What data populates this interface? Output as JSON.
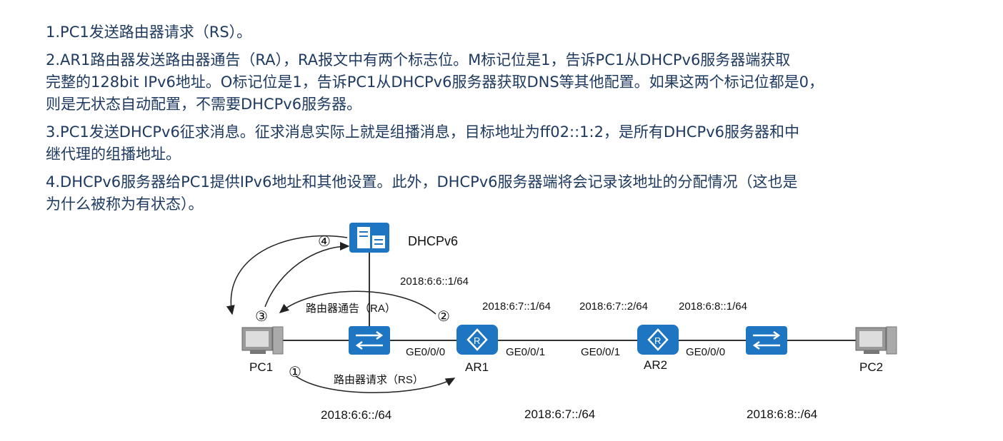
{
  "steps": [
    {
      "num": "1.",
      "bold": "PC1",
      "text": "发送路由器请求（",
      "bold2": "RS",
      "text2": "）。",
      "rest": ""
    },
    {
      "lines": [
        "2.AR1路由器发送路由器通告（RA），RA报文中有两个标志位。M标记位是1，告诉PC1从DHCPv6服务器端获取",
        "完整的128bit IPv6地址。O标记位是1，告诉PC1从DHCPv6服务器获取DNS等其他配置。如果这两个标记位都是0，",
        "则是无状态自动配置，不需要DHCPv6服务器。"
      ]
    }
  ],
  "text": {
    "step1": "1.PC1发送路由器请求（RS）。",
    "step2_l1": "2.AR1路由器发送路由器通告（RA），RA报文中有两个标志位。M标记位是1，告诉PC1从DHCPv6服务器端获取",
    "step2_l2": "完整的128bit IPv6地址。O标记位是1，告诉PC1从DHCPv6服务器获取DNS等其他配置。如果这两个标记位都是0，",
    "step2_l3": "则是无状态自动配置，不需要DHCPv6服务器。",
    "step3_l1": "3.PC1发送DHCPv6征求消息。征求消息实际上就是组播消息，目标地址为ff02::1:2，是所有DHCPv6服务器和中",
    "step3_l2": "继代理的组播地址。",
    "step4_l1": "4.DHCPv6服务器给PC1提供IPv6地址和其他设置。此外，DHCPv6服务器端将会记录该地址的分配情况（这也是",
    "step4_l2": "为什么被称为有状态）。"
  },
  "diagram": {
    "server_label": "DHCPv6",
    "server_addr": "2018:6:6::1/64",
    "ra_label": "路由器通告（RA）",
    "rs_label": "路由器请求（RS）",
    "ar1_addr_right": "2018:6:7::1/64",
    "ar2_addr_left": "2018:6:7::2/64",
    "ar2_addr_right": "2018:6:8::1/64",
    "ar1_if_left": "GE0/0/0",
    "ar1_if_right": "GE0/0/1",
    "ar2_if_left": "GE0/0/1",
    "ar2_if_right": "GE0/0/0",
    "pc1": "PC1",
    "pc2": "PC2",
    "ar1": "AR1",
    "ar2": "AR2",
    "net1": "2018:6:6::/64",
    "net2": "2018:6:7::/64",
    "net3": "2018:6:8::/64",
    "marker1": "①",
    "marker2": "②",
    "marker3": "③",
    "marker4": "④"
  },
  "colors": {
    "text": "#1f3a60",
    "device": "#1e75c2",
    "link": "#333333",
    "pc": "#888888"
  },
  "icons": [
    "server-icon",
    "router-icon",
    "switch-icon",
    "pc-icon"
  ]
}
